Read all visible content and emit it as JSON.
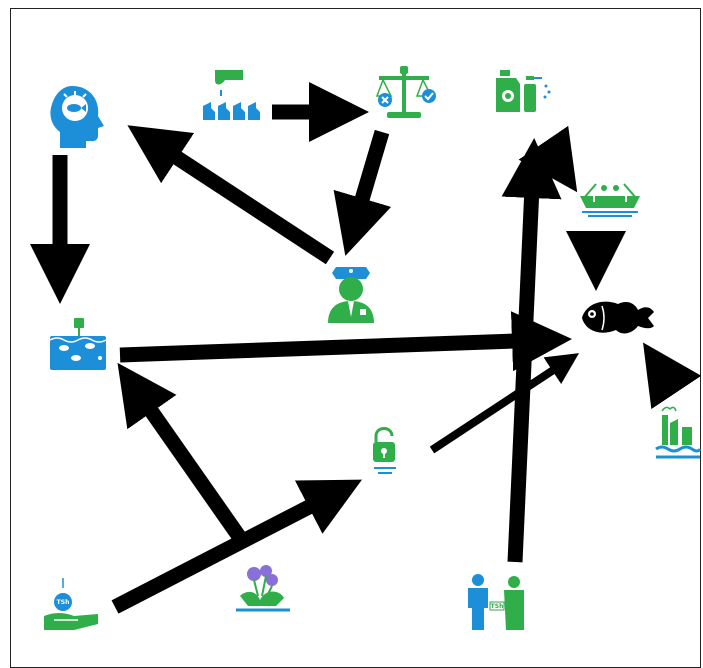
{
  "colors": {
    "blue": "#1d8fd8",
    "green": "#2fae4a",
    "black": "#000000",
    "purple": "#8a6fd6"
  },
  "nodes": [
    {
      "id": "fish-knowledge",
      "icon": "head-fish-icon"
    },
    {
      "id": "fish-pond",
      "icon": "pond-fish-icon"
    },
    {
      "id": "community-handout",
      "icon": "hand-distribution-icon"
    },
    {
      "id": "scale",
      "icon": "scale-balance-icon"
    },
    {
      "id": "police-officer",
      "icon": "police-officer-icon"
    },
    {
      "id": "chemicals",
      "icon": "chemical-containers-icon"
    },
    {
      "id": "fishing-boat",
      "icon": "fishing-boat-icon"
    },
    {
      "id": "fish",
      "icon": "fish-icon"
    },
    {
      "id": "factory",
      "icon": "factory-water-icon"
    },
    {
      "id": "open-access",
      "icon": "open-lock-icon"
    },
    {
      "id": "aquatic-weed",
      "icon": "water-plant-icon"
    },
    {
      "id": "payment",
      "icon": "money-hand-icon"
    },
    {
      "id": "transaction",
      "icon": "people-transaction-icon"
    }
  ],
  "icon_labels": {
    "payment_coin": "TSh",
    "transaction_note": "TSh"
  }
}
